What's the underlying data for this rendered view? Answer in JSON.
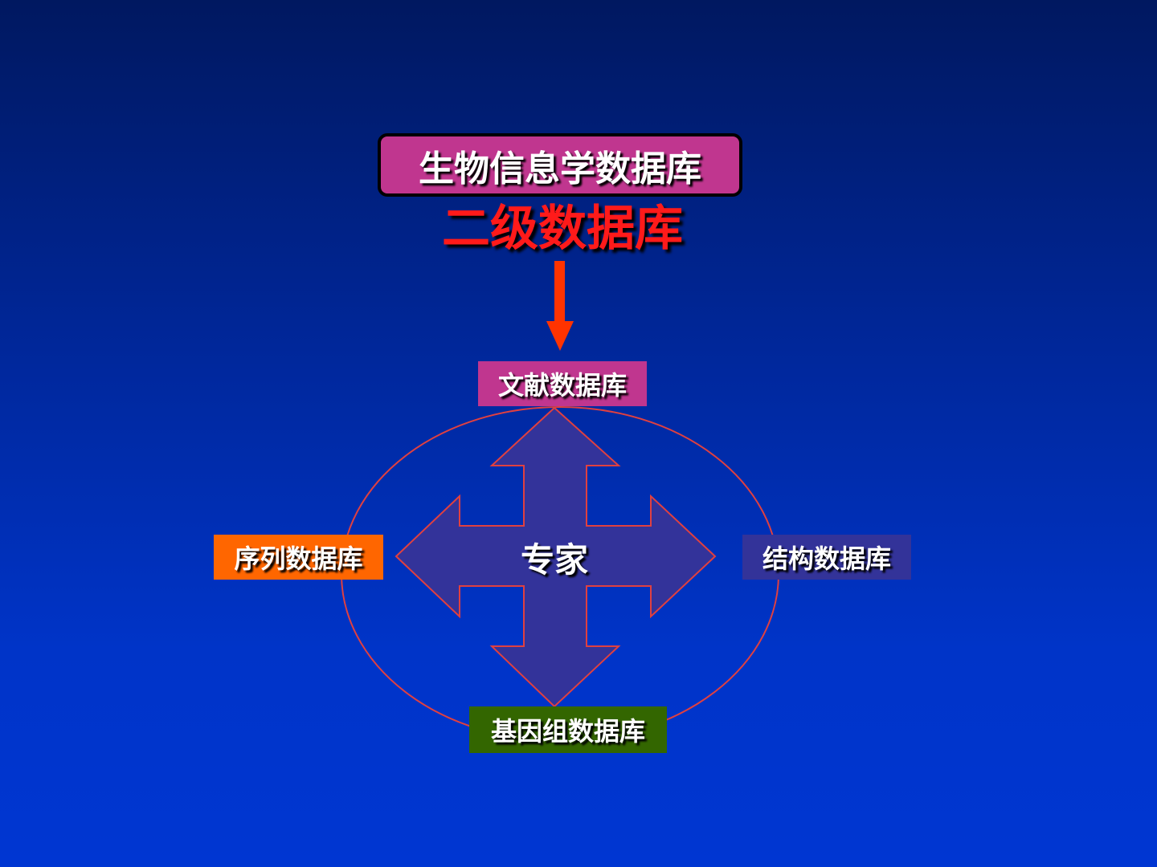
{
  "title": "生物信息学数据库",
  "subtitle": "二级数据库",
  "center": "专家",
  "nodes": {
    "literature": "文献数据库",
    "sequence": "序列数据库",
    "structure": "结构数据库",
    "genome": "基因组数据库"
  },
  "colors": {
    "title_bg": "#c0368f",
    "subtitle": "#ff1a1a",
    "arrow": "#ff3300",
    "literature": "#c0368f",
    "sequence": "#ff6600",
    "structure": "#333399",
    "genome": "#336600",
    "cross_fill": "#33339a",
    "outline": "#e04040"
  }
}
